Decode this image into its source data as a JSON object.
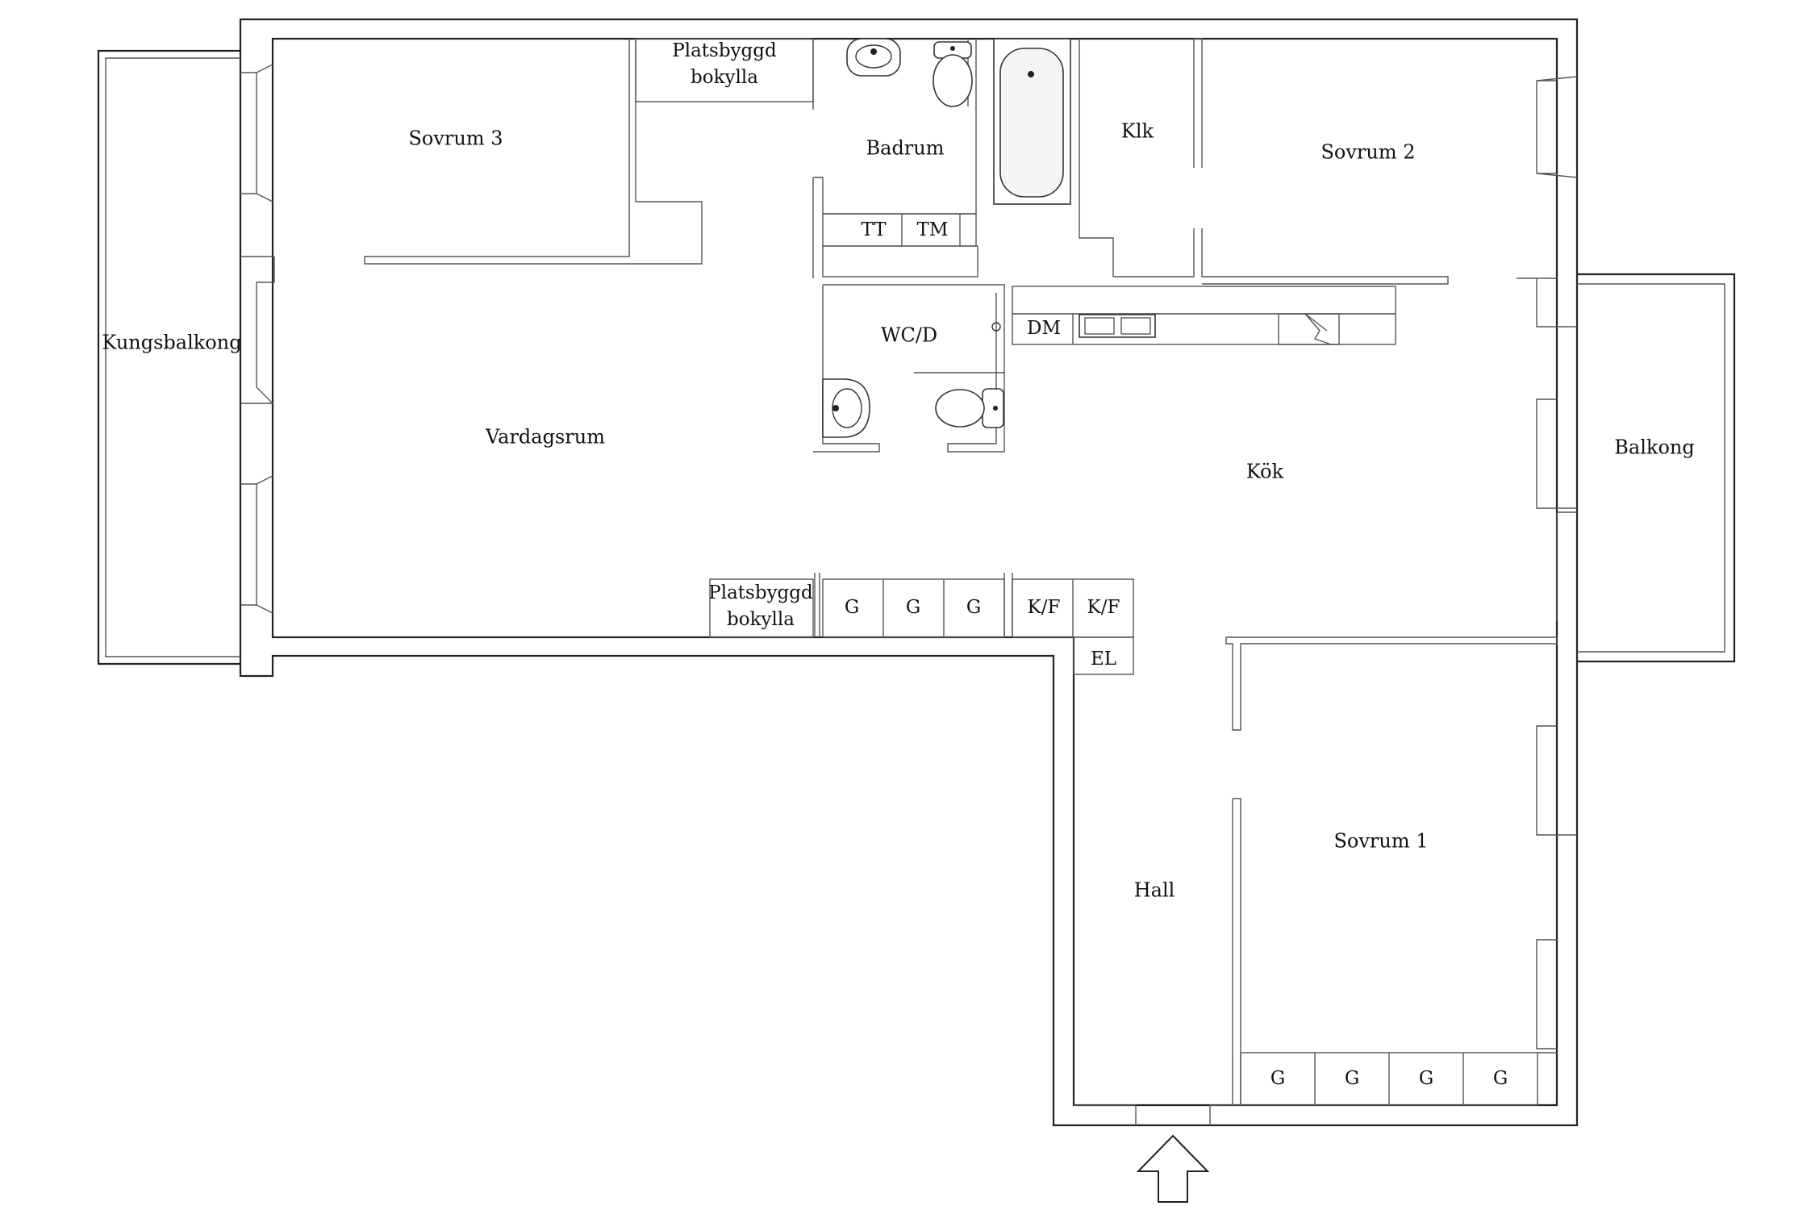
{
  "rooms": {
    "sovrum3": "Sovrum 3",
    "shelf_top_line1": "Platsbyggd",
    "shelf_top_line2": "bokylla",
    "badrum": "Badrum",
    "klk": "Klk",
    "sovrum2": "Sovrum 2",
    "kungsbalkong": "Kungsbalkong",
    "wcd": "WC/D",
    "vardagsrum": "Vardagsrum",
    "kok": "Kök",
    "balkong": "Balkong",
    "shelf_bottom_line1": "Platsbyggd",
    "shelf_bottom_line2": "bokylla",
    "hall": "Hall",
    "sovrum1": "Sovrum 1"
  },
  "fixtures": {
    "tt": "TT",
    "tm": "TM",
    "dm": "DM",
    "el": "EL",
    "g": "G",
    "kf": "K/F"
  },
  "icons": {
    "entrance": "arrow-up-icon",
    "toilet": "toilet-icon",
    "sink": "sink-icon",
    "bathtub": "bathtub-icon",
    "stove": "stove-icon"
  }
}
